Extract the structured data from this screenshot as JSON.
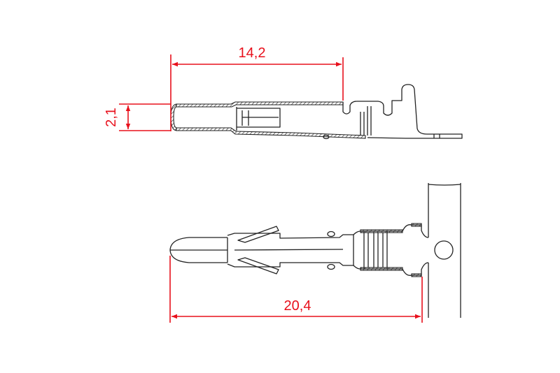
{
  "drawing": {
    "dimensions": {
      "length_top": "14,2",
      "height_top": "2,1",
      "length_bottom": "20,4"
    },
    "colors": {
      "dimension": "#e8101c",
      "outline": "#222222"
    }
  }
}
